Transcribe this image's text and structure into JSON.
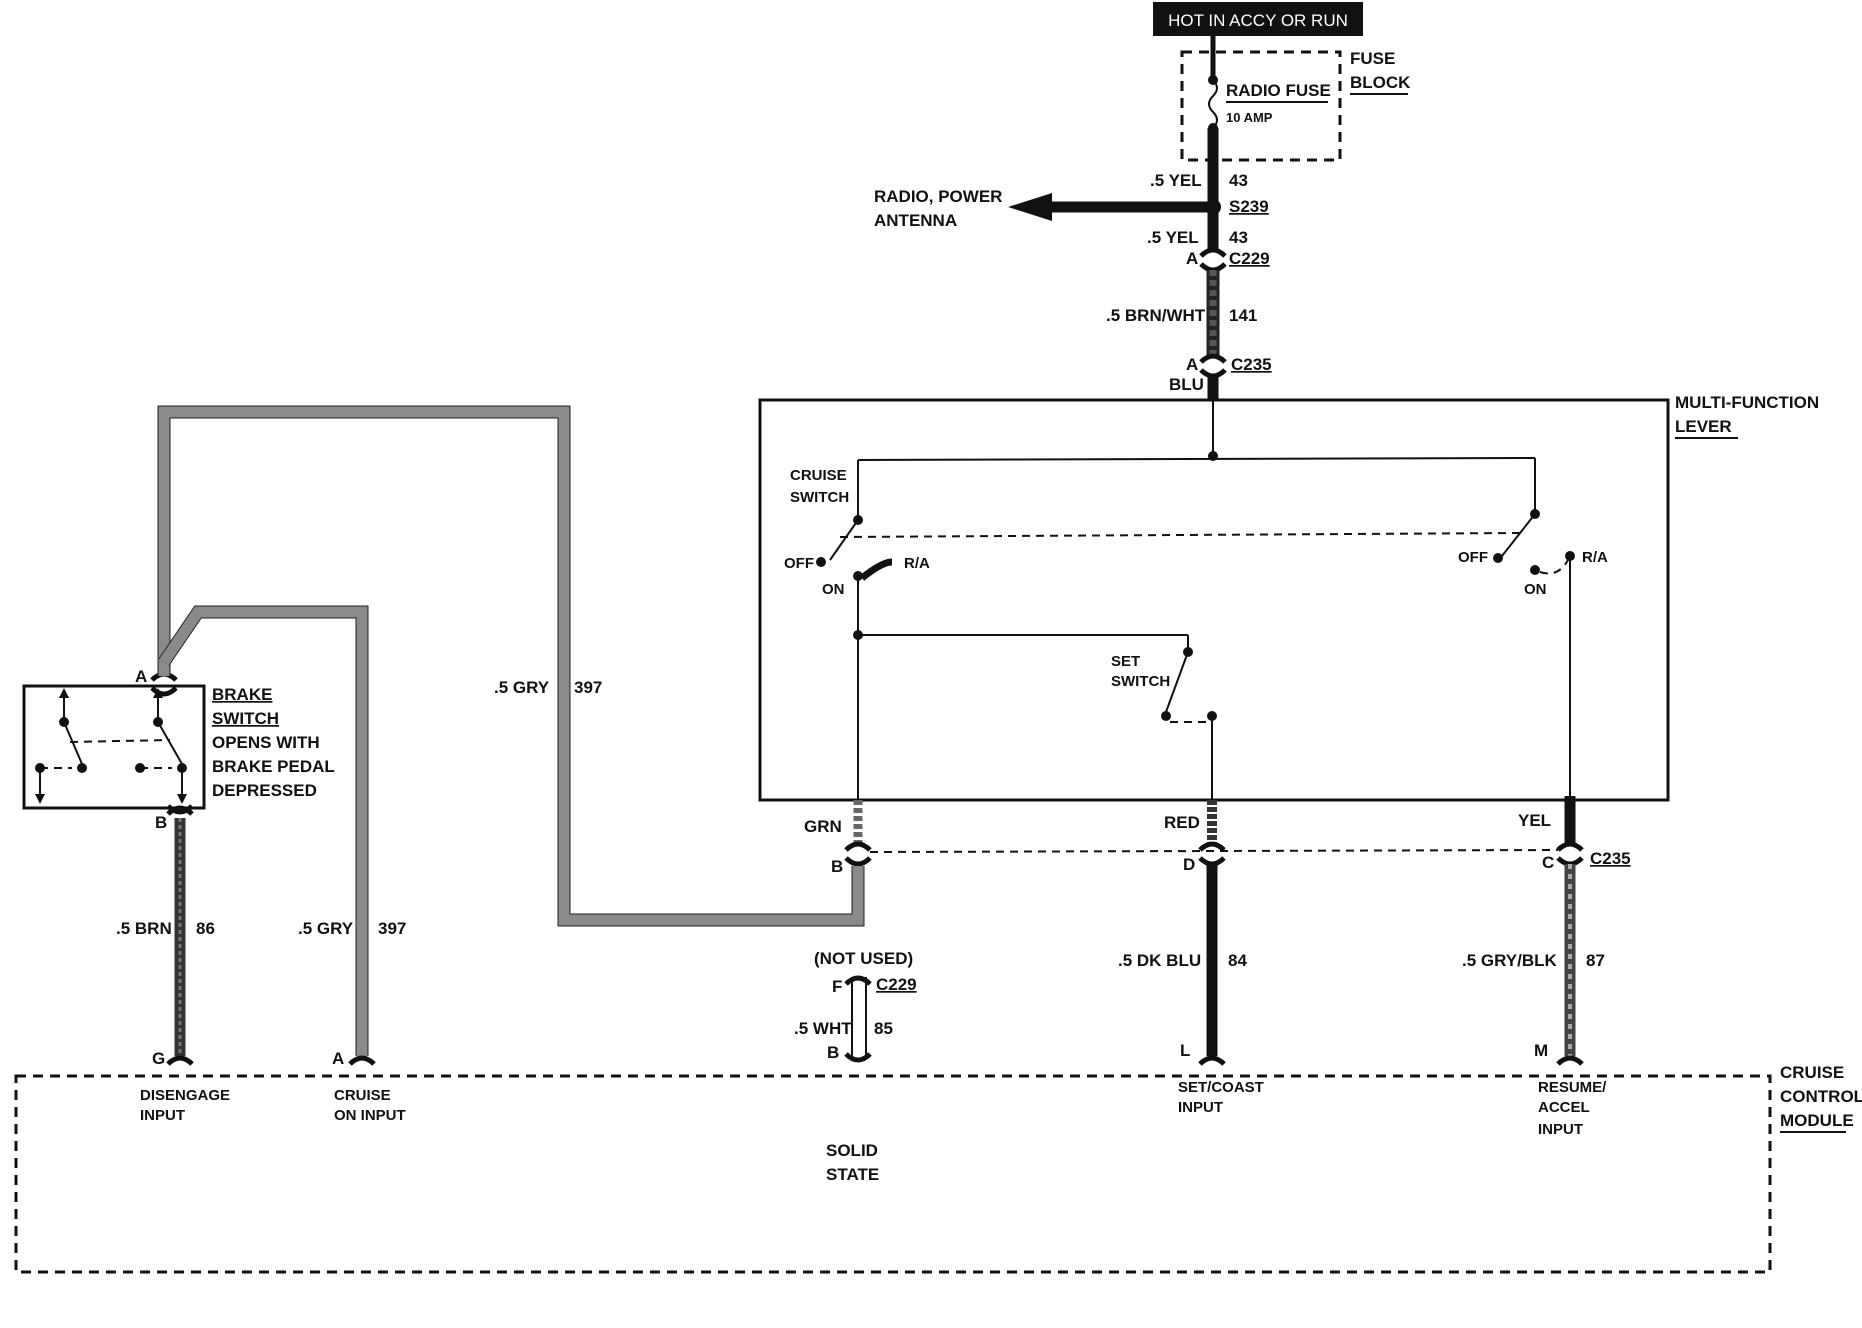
{
  "power": {
    "header": "HOT IN ACCY OR RUN",
    "fuse_block_line1": "FUSE",
    "fuse_block_line2": "BLOCK",
    "fuse_name": "RADIO FUSE",
    "fuse_rating": "10 AMP"
  },
  "feed": {
    "wire1_gauge": ".5 YEL",
    "wire1_circuit": "43",
    "splice": "S239",
    "branch_line1": "RADIO, POWER",
    "branch_line2": "ANTENNA",
    "wire2_gauge": ".5 YEL",
    "wire2_circuit": "43",
    "c229_pin": "A",
    "c229_label": "C229",
    "wire3_gauge": ".5 BRN/WHT",
    "wire3_circuit": "141",
    "c235_pin": "A",
    "c235_label": "C235",
    "c235_color": "BLU"
  },
  "lever": {
    "title_line1": "MULTI-FUNCTION",
    "title_line2": "LEVER",
    "cruise_switch_line1": "CRUISE",
    "cruise_switch_line2": "SWITCH",
    "left_off": "OFF",
    "left_on": "ON",
    "left_ra": "R/A",
    "right_off": "OFF",
    "right_on": "ON",
    "right_ra": "R/A",
    "set_switch_line1": "SET",
    "set_switch_line2": "SWITCH"
  },
  "lever_outputs": {
    "grn_color": "GRN",
    "grn_pin": "B",
    "red_color": "RED",
    "red_pin": "D",
    "yel_color": "YEL",
    "yel_pin": "C",
    "connector": "C235"
  },
  "brake": {
    "pin_a": "A",
    "pin_b": "B",
    "line1": "BRAKE",
    "line2": "SWITCH",
    "line3": "OPENS WITH",
    "line4": "BRAKE PEDAL",
    "line5": "DEPRESSED"
  },
  "wires": {
    "gry_top_gauge": ".5 GRY",
    "gry_top_circuit": "397",
    "brn_gauge": ".5 BRN",
    "brn_circuit": "86",
    "gry_bottom_gauge": ".5 GRY",
    "gry_bottom_circuit": "397",
    "not_used": "(NOT USED)",
    "c229_f_pin": "F",
    "c229_f_label": "C229",
    "wht_gauge": ".5 WHT",
    "wht_circuit": "85",
    "wht_pin_b": "B",
    "dkblu_gauge": ".5 DK BLU",
    "dkblu_circuit": "84",
    "gryblk_gauge": ".5 GRY/BLK",
    "gryblk_circuit": "87"
  },
  "module": {
    "title_line1": "CRUISE",
    "title_line2": "CONTROL",
    "title_line3": "MODULE",
    "pin_g": "G",
    "pin_a": "A",
    "pin_l": "L",
    "pin_m": "M",
    "disengage_line1": "DISENGAGE",
    "disengage_line2": "INPUT",
    "cruise_on_line1": "CRUISE",
    "cruise_on_line2": "ON INPUT",
    "set_coast_line1": "SET/COAST",
    "set_coast_line2": "INPUT",
    "resume_line1": "RESUME/",
    "resume_line2": "ACCEL",
    "resume_line3": "INPUT",
    "solid_line1": "SOLID",
    "solid_line2": "STATE"
  }
}
